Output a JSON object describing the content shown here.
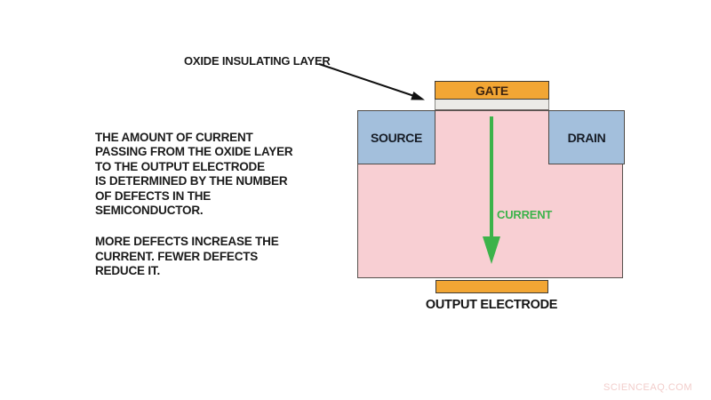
{
  "colors": {
    "gate_orange": "#F2A634",
    "electrode_blue": "#A3BFDC",
    "semiconductor_pink": "#F8CFD3",
    "oxide_gray": "#ECEBE7",
    "current_green": "#3CB34A",
    "arrow_black": "#111111",
    "watermark_pink": "#F2CDCB"
  },
  "callout": {
    "oxide_label": "OXIDE INSULATING LAYER"
  },
  "transistor": {
    "gate": "GATE",
    "source": "SOURCE",
    "drain": "DRAIN",
    "current": "CURRENT",
    "output_electrode": "OUTPUT ELECTRODE"
  },
  "description": {
    "paragraph1": "THE AMOUNT OF CURRENT\nPASSING FROM THE OXIDE LAYER\nTO THE OUTPUT ELECTRODE\nIS DETERMINED BY THE NUMBER\nOF DEFECTS IN THE SEMICONDUCTOR.",
    "paragraph2": "MORE DEFECTS INCREASE THE\nCURRENT. FEWER DEFECTS\nREDUCE IT."
  },
  "watermark": "SCIENCEAQ.COM"
}
